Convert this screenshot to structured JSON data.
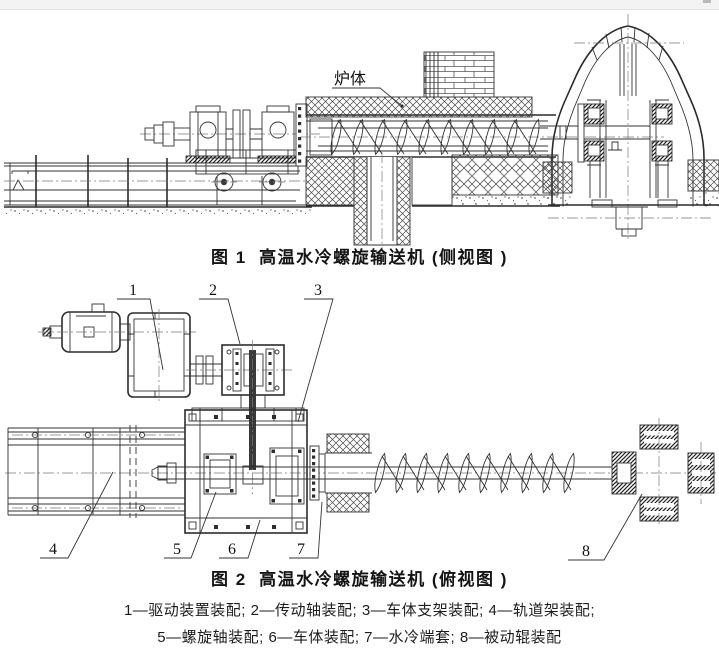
{
  "page": {
    "background": "#ffffff",
    "ink_color": "#333333",
    "centerline_color": "#7a7a7a"
  },
  "figure1": {
    "caption": "图 1  高温水冷螺旋输送机 (侧视图 )",
    "furnace_label": "炉体"
  },
  "figure2": {
    "caption": "图 2  高温水冷螺旋输送机 (俯视图 )",
    "part_labels": [
      "1",
      "2",
      "3",
      "4",
      "5",
      "6",
      "7",
      "8"
    ]
  },
  "legend": {
    "line1": "1—驱动装置装配; 2—传动轴装配; 3—车体支架装配; 4—轨道架装配;",
    "line2": "5—螺旋轴装配; 6—车体装配; 7—水冷端套; 8—被动辊装配"
  }
}
